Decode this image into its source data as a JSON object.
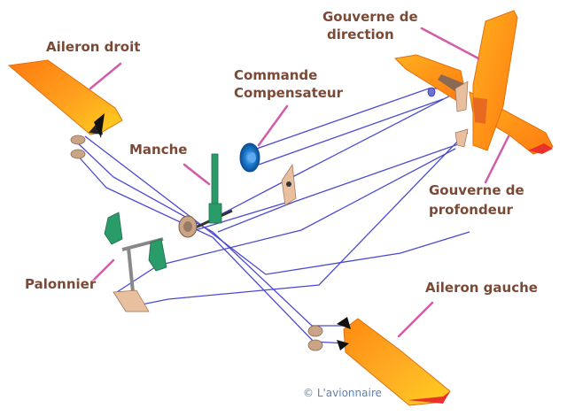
{
  "labels": {
    "aileron_droit": "Aileron droit",
    "gouverne_direction_line1": "Gouverne de",
    "gouverne_direction_line2": "direction",
    "commande_line1": "Commande",
    "commande_line2": "Compensateur",
    "manche": "Manche",
    "gouverne_profondeur_line1": "Gouverne de",
    "gouverne_profondeur_line2": "profondeur",
    "palonnier": "Palonnier",
    "aileron_gauche": "Aileron gauche"
  },
  "credit": "© L'avionnaire",
  "colors": {
    "label_text": "#7a4a37",
    "leader_line": "#d25ca8",
    "cable": "#4a4ad0",
    "surface_orange": "#ff8c1a",
    "surface_yellow": "#ffd21f",
    "surface_red": "#e8322a",
    "stick_green": "#2a9c6a",
    "wheel_blue": "#1e7fd0",
    "pulley_brown": "#c9a487",
    "credit_text": "#5b84b8"
  }
}
